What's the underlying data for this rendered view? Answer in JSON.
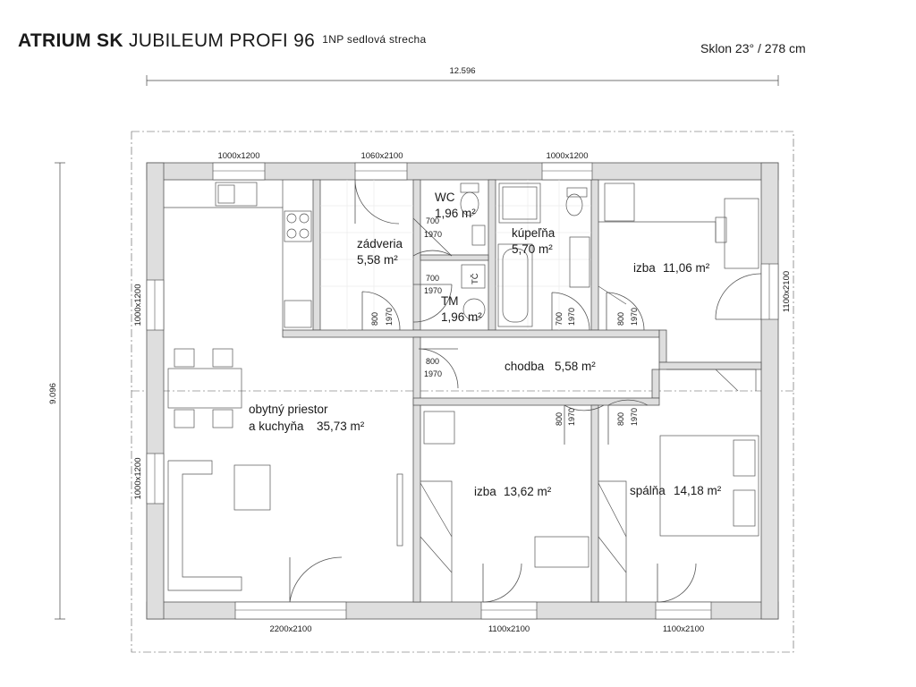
{
  "header": {
    "brand": "ATRIUM SK",
    "model": "JUBILEUM PROFI 96",
    "variant": "1NP sedlová strecha",
    "slope": "Sklon 23° / 278 cm"
  },
  "dimensions": {
    "overall_width": "12.596",
    "overall_depth": "9.096"
  },
  "rooms": [
    {
      "name": "WC",
      "area": "1,96 m²"
    },
    {
      "name": "zádveria",
      "area": "5,58 m²"
    },
    {
      "name": "kúpeľňa",
      "area": "5,70 m²"
    },
    {
      "name": "izba",
      "area": "11,06 m²"
    },
    {
      "name": "TM",
      "area": "1,96 m²"
    },
    {
      "name": "chodba",
      "area": "5,58 m²"
    },
    {
      "name": "obytný priestor",
      "name2": "a kuchyňa",
      "area": "35,73 m²"
    },
    {
      "name": "izba",
      "area": "13,62 m²"
    },
    {
      "name": "spálňa",
      "area": "14,18 m²"
    }
  ],
  "windows": {
    "top_kitchen": "1000x1200",
    "top_entry": "1060x2100",
    "top_bath": "1000x1200",
    "left_upper": "1000x1200",
    "left_lower": "1000x1200",
    "right": "1100x2100",
    "bottom_living": "2200x2100",
    "bottom_room": "1100x2100",
    "bottom_bedroom": "1100x2100"
  },
  "doors": {
    "wc_w": "700",
    "wc_h": "1970",
    "tm_w": "700",
    "tm_h": "1970",
    "entry_w": "800",
    "entry_h": "1970",
    "bath_w": "700",
    "bath_h": "1970",
    "room1_w": "800",
    "room1_h": "1970",
    "hall_w": "800",
    "hall_h": "1970",
    "room2_w": "800",
    "room2_h": "1970",
    "bed_w": "800",
    "bed_h": "1970"
  },
  "labels": {
    "heat_pump": "TČ"
  }
}
